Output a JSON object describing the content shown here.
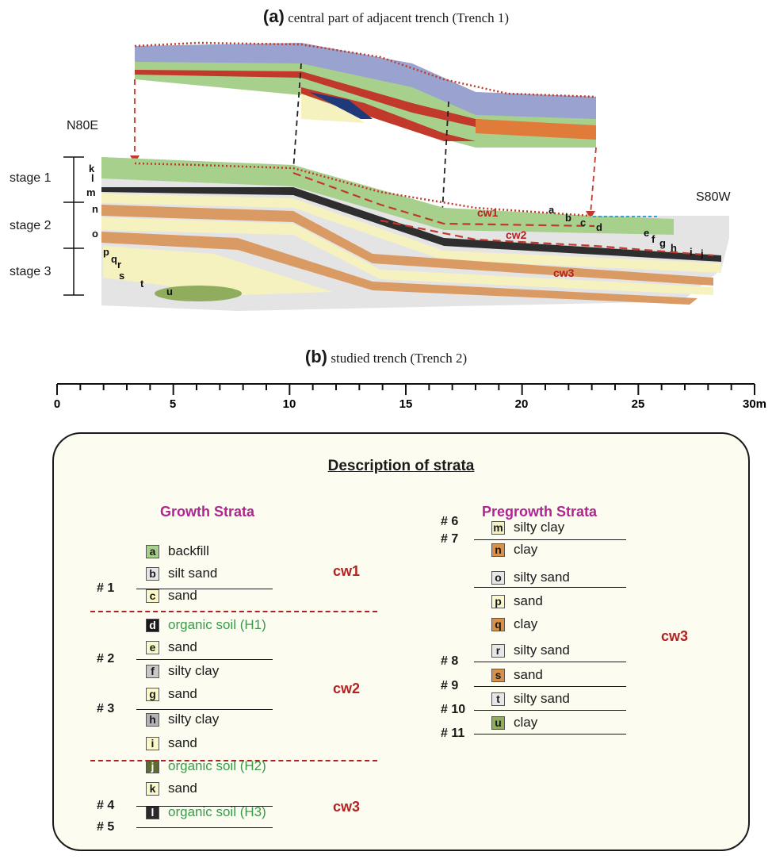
{
  "captions": {
    "a_letter": "(a)",
    "a_text": "central part of adjacent  trench (Trench 1)",
    "b_letter": "(b)",
    "b_text": "studied trench (Trench 2)"
  },
  "orientation": {
    "left": "N80E",
    "right": "S80W"
  },
  "stages": [
    "stage 1",
    "stage 2",
    "stage 3"
  ],
  "section_letters_left": [
    "k",
    "l",
    "m",
    "n",
    "o",
    "p",
    "q",
    "r",
    "s",
    "t",
    "u"
  ],
  "section_letters_right": [
    "a",
    "b",
    "c",
    "d",
    "e",
    "f",
    "g",
    "h",
    "i",
    "j"
  ],
  "section_cw": [
    "cw1",
    "cw2",
    "cw3"
  ],
  "scale": {
    "ticks": [
      "0",
      "5",
      "10",
      "15",
      "20",
      "25",
      "30m"
    ]
  },
  "legend": {
    "title": "Description of strata",
    "growth_title": "Growth Strata",
    "pregrowth_title": "Pregrowth Strata",
    "growth": [
      {
        "letter": "a",
        "text": "backfill",
        "color": "#a8d08d",
        "organic": false
      },
      {
        "letter": "b",
        "text": "silt sand",
        "color": "#e6e6e6",
        "organic": false
      },
      {
        "letter": "c",
        "text": "sand",
        "color": "#fbf8c9",
        "organic": false
      },
      {
        "letter": "d",
        "text": "organic soil (H1)",
        "color": "#1a1a1a",
        "organic": true
      },
      {
        "letter": "e",
        "text": "sand",
        "color": "#fbf8c9",
        "organic": false
      },
      {
        "letter": "f",
        "text": "silty clay",
        "color": "#c8c8c8",
        "organic": false
      },
      {
        "letter": "g",
        "text": "sand",
        "color": "#fbf8c9",
        "organic": false
      },
      {
        "letter": "h",
        "text": "silty clay",
        "color": "#b4b4b4",
        "organic": false
      },
      {
        "letter": "i",
        "text": "sand",
        "color": "#fbf8c9",
        "organic": false
      },
      {
        "letter": "j",
        "text": "organic soil (H2)",
        "color": "#5d6b2e",
        "organic": true
      },
      {
        "letter": "k",
        "text": "sand",
        "color": "#fbf8c9",
        "organic": false
      },
      {
        "letter": "l",
        "text": "organic soil (H3)",
        "color": "#2a2a2a",
        "organic": true
      }
    ],
    "pregrowth": [
      {
        "letter": "m",
        "text": "silty clay",
        "color": "#f3f0c6"
      },
      {
        "letter": "n",
        "text": "clay",
        "color": "#d9914a"
      },
      {
        "letter": "o",
        "text": "silty sand",
        "color": "#e6e6e6"
      },
      {
        "letter": "p",
        "text": "sand",
        "color": "#fbf8c9"
      },
      {
        "letter": "q",
        "text": "clay",
        "color": "#d9914a"
      },
      {
        "letter": "r",
        "text": "silty sand",
        "color": "#e6e6e6"
      },
      {
        "letter": "s",
        "text": "sand",
        "color": "#d9914a"
      },
      {
        "letter": "t",
        "text": "silty sand",
        "color": "#e6e6e6"
      },
      {
        "letter": "u",
        "text": "clay",
        "color": "#8fad5c"
      }
    ],
    "growth_numbers": [
      "# 1",
      "# 2",
      "# 3",
      "# 4",
      "# 5"
    ],
    "pregrowth_numbers": [
      "# 6",
      "# 7",
      "# 8",
      "# 9",
      "# 10",
      "# 11"
    ],
    "cw_labels": [
      "cw1",
      "cw2",
      "cw3",
      "cw3"
    ]
  },
  "colors": {
    "organic_text": "#3a9a4a",
    "cw_red": "#b22222",
    "title_magenta": "#b0248f"
  }
}
